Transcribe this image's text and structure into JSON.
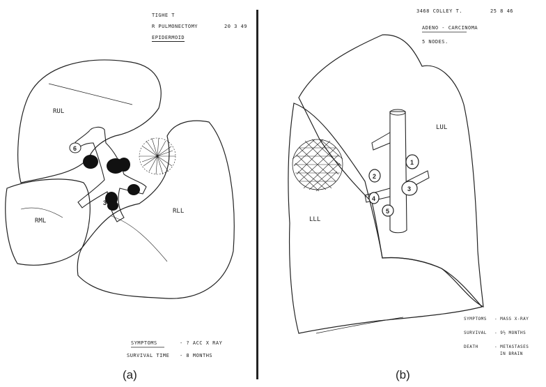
{
  "panel_a": {
    "header": {
      "line1": "TIGHE T",
      "line2": "R PULMONECTOMY",
      "date": "20 3 49",
      "line3": "EPIDERMOID"
    },
    "lobes": {
      "rul": "RUL",
      "rml": "RML",
      "rll": "RLL"
    },
    "nodes": [
      "6",
      "3"
    ],
    "footer": {
      "symptoms_label": "SYMPTOMS",
      "symptoms_value": "- ? ACC X RAY",
      "survival_label": "SURVIVAL TIME",
      "survival_value": "- 8 MONTHS"
    },
    "caption": "(a)"
  },
  "panel_b": {
    "header": {
      "line1": "3468 COLLEY T.",
      "date": "25 8 46",
      "line2": "ADENO - CARCINOMA",
      "line3": "5 NODES."
    },
    "lobes": {
      "lul": "LUL",
      "lll": "LLL"
    },
    "nodes": [
      "1",
      "2",
      "3",
      "4",
      "5"
    ],
    "footer": {
      "symptoms_label": "SYMPTOMS",
      "symptoms_value": "- MASS X-RAY",
      "survival_label": "SURVIVAL",
      "survival_value": "- 9½ MONTHS",
      "death_label": "DEATH",
      "death_value_1": "- METASTASES",
      "death_value_2": "IN BRAIN"
    },
    "caption": "(b)"
  }
}
